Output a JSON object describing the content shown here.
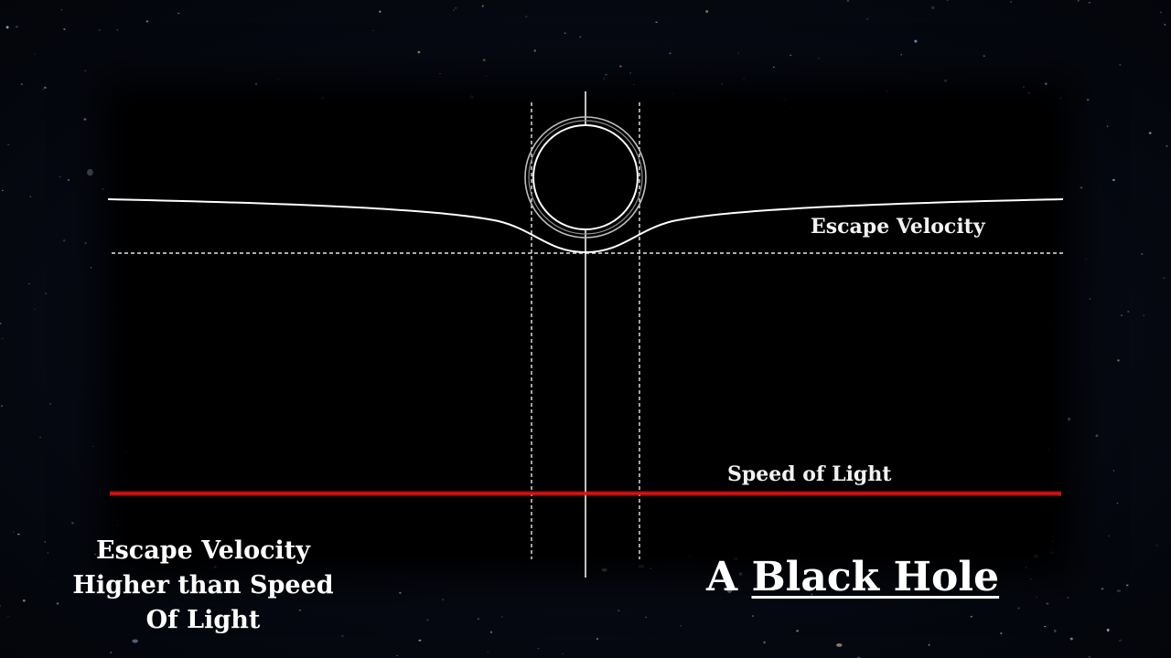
{
  "slide": {
    "title_prefix": "A",
    "title_underlined": "Black Hole",
    "caption_lines": [
      "Escape Velocity",
      "Higher than Speed",
      "Of Light"
    ]
  },
  "diagram": {
    "escape_velocity_label": "Escape Velocity",
    "speed_of_light_label": "Speed of Light"
  },
  "colors": {
    "background": "#000000",
    "curve": "#ffffff",
    "speed_of_light_line": "#e01010",
    "text": "#ffffff"
  }
}
